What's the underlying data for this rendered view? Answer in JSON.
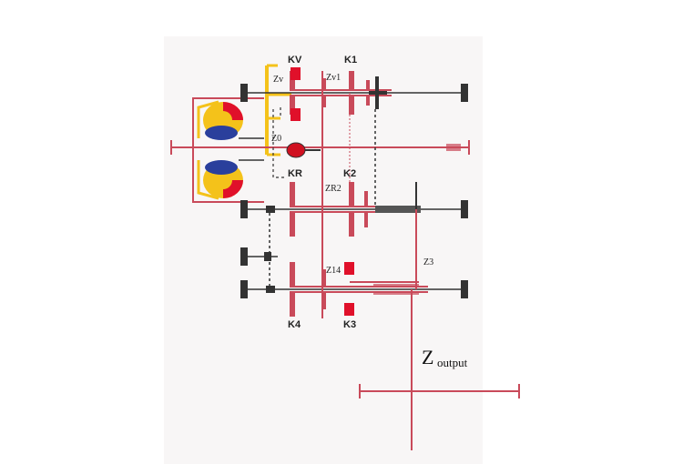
{
  "labels": {
    "kv": "KV",
    "k1": "K1",
    "zv": "Zv",
    "zv1": "Zv1",
    "z0": "Z0",
    "kr": "KR",
    "k2": "K2",
    "zr2": "ZR2",
    "z14": "Z14",
    "z3": "Z3",
    "k4": "K4",
    "k3": "K3",
    "z_output_main": "Z",
    "z_output_sub": "output"
  },
  "colors": {
    "shaft": "#c94a5a",
    "gear": "#d9707e",
    "clutch": "#e0102a",
    "yellow": "#f4c21a",
    "blue": "#2a3f9c",
    "dark": "#333333"
  }
}
